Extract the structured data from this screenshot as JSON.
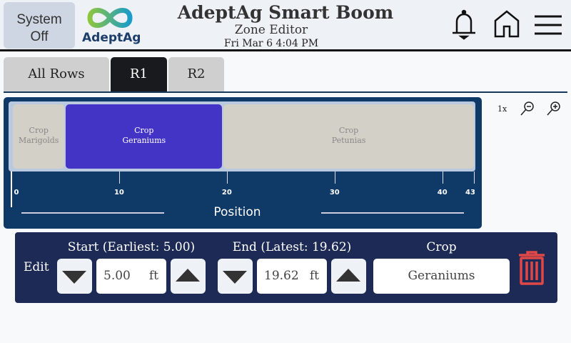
{
  "header": {
    "system_button": "System Off",
    "logo_text": "AdeptAg",
    "title": "AdeptAg Smart Boom",
    "subtitle": "Zone Editor",
    "datetime": "Fri Mar 6 4:04 PM"
  },
  "tabs": [
    {
      "label": "All Rows"
    },
    {
      "label": "R1",
      "active": true
    },
    {
      "label": "R2"
    }
  ],
  "timeline": {
    "min": 0,
    "max": 43,
    "ticks": [
      "0",
      "10",
      "20",
      "30",
      "40",
      "43"
    ],
    "axis_label": "Position",
    "zoom_level": "1x",
    "segments": [
      {
        "title": "Crop",
        "name": "Marigolds",
        "start": 0,
        "end": 5
      },
      {
        "title": "Crop",
        "name": "Geraniums",
        "start": 5,
        "end": 19.62,
        "selected": true
      },
      {
        "title": "Crop",
        "name": "Petunias",
        "start": 19.62,
        "end": 43
      }
    ]
  },
  "edit": {
    "label": "Edit",
    "start_label": "Start (Earliest: 5.00)",
    "start_value": "5.00",
    "end_label": "End (Latest: 19.62)",
    "end_value": "19.62",
    "unit": "ft",
    "crop_label": "Crop",
    "crop_value": "Geraniums"
  },
  "colors": {
    "panel": "#0f3966",
    "selected": "#4434c6",
    "trash": "#e04848"
  }
}
